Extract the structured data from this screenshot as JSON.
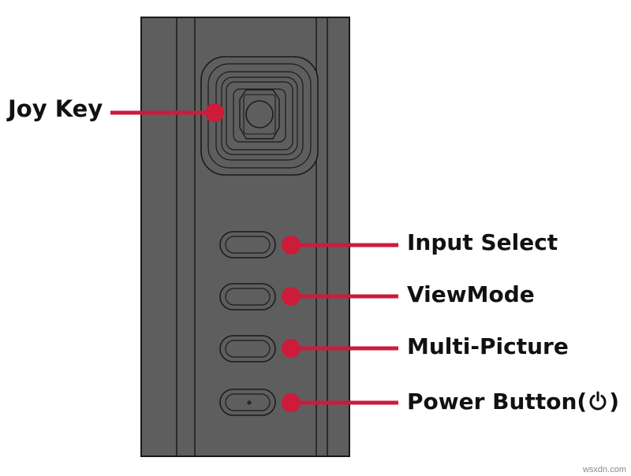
{
  "labels": {
    "joy_key": "Joy Key",
    "input_select": "Input Select",
    "view_mode": "ViewMode",
    "multi_picture": "Multi-Picture",
    "power_button_prefix": "Power Button(",
    "power_button_suffix": ")"
  },
  "watermark": "wsxdn.com",
  "icons": {
    "power": "power-symbol"
  },
  "colors": {
    "callout": "#cd1b3a",
    "panel": "#5e5e5e",
    "outline": "#1a1a1a",
    "text": "#111111"
  }
}
